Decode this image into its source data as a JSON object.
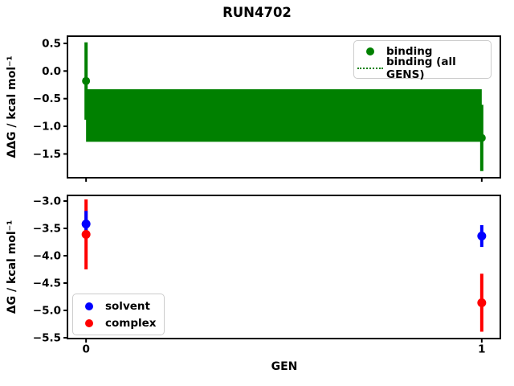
{
  "title": "RUN4702",
  "chart_data": [
    {
      "type": "scatter",
      "subplot": "top",
      "ylabel": "ΔΔG / kcal mol⁻¹",
      "xlabel": "",
      "x": [
        0,
        1
      ],
      "series": [
        {
          "name": "binding",
          "color": "#008000",
          "marker": "circle",
          "values": [
            -0.18,
            -1.21
          ],
          "yerr": [
            0.7,
            0.6
          ]
        }
      ],
      "band": {
        "name": "binding (all GENS)",
        "color": "#008000",
        "linestyle": "dotted",
        "x_range": [
          0,
          1
        ],
        "center": -0.8,
        "y_top": -0.33,
        "y_bottom": -1.28
      },
      "ylim": [
        -1.93,
        0.63
      ],
      "yticks": [
        {
          "v": 0.5,
          "label": "0.5"
        },
        {
          "v": 0.0,
          "label": "0.0"
        },
        {
          "v": -0.5,
          "label": "−0.5"
        },
        {
          "v": -1.0,
          "label": "−1.0"
        },
        {
          "v": -1.5,
          "label": "−1.5"
        }
      ],
      "xlim": [
        -0.047,
        1.047
      ],
      "xticks": [
        {
          "v": 0,
          "label": "0"
        },
        {
          "v": 1,
          "label": "1"
        }
      ],
      "show_xtick_labels": false,
      "grid": false,
      "legend": {
        "position": "upper right",
        "entries": [
          {
            "label": "binding",
            "marker": "dot",
            "color": "#008000"
          },
          {
            "label": "binding (all GENS)",
            "marker": "dotted-line",
            "color": "#008000"
          }
        ]
      }
    },
    {
      "type": "scatter",
      "subplot": "bottom",
      "ylabel": "ΔG / kcal mol⁻¹",
      "xlabel": "GEN",
      "x": [
        0,
        1
      ],
      "series": [
        {
          "name": "solvent",
          "color": "#0000ff",
          "marker": "circle",
          "values": [
            -3.42,
            -3.64
          ],
          "yerr": [
            0.24,
            0.2
          ]
        },
        {
          "name": "complex",
          "color": "#ff0000",
          "marker": "circle",
          "values": [
            -3.61,
            -4.86
          ],
          "yerr": [
            0.64,
            0.53
          ]
        }
      ],
      "ylim": [
        -5.515,
        -2.897
      ],
      "yticks": [
        {
          "v": -3.0,
          "label": "−3.0"
        },
        {
          "v": -3.5,
          "label": "−3.5"
        },
        {
          "v": -4.0,
          "label": "−4.0"
        },
        {
          "v": -4.5,
          "label": "−4.5"
        },
        {
          "v": -5.0,
          "label": "−5.0"
        },
        {
          "v": -5.5,
          "label": "−5.5"
        }
      ],
      "xlim": [
        -0.047,
        1.047
      ],
      "xticks": [
        {
          "v": 0,
          "label": "0"
        },
        {
          "v": 1,
          "label": "1"
        }
      ],
      "show_xtick_labels": true,
      "grid": false,
      "legend": {
        "position": "lower left",
        "entries": [
          {
            "label": "solvent",
            "marker": "dot",
            "color": "#0000ff"
          },
          {
            "label": "complex",
            "marker": "dot",
            "color": "#ff0000"
          }
        ]
      }
    }
  ]
}
